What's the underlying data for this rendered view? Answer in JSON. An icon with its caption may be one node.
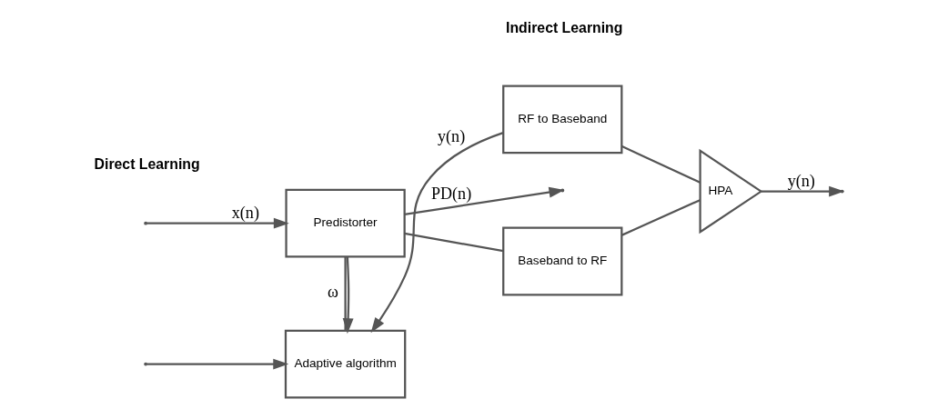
{
  "diagram": {
    "nodes": [
      {
        "text": [
          "Predistorter"
        ]
      },
      {
        "text": [
          "Baseband to RF"
        ]
      },
      {
        "text": [
          "HPA"
        ]
      },
      {
        "text": [
          "Adaptive algorithm"
        ]
      },
      {
        "text": [
          "RF to Baseband"
        ]
      }
    ],
    "edges": [
      {
        "from": 0,
        "to": null,
        "arrow": "to",
        "label": "PD(n)"
      },
      {
        "from": null,
        "to": 3,
        "arrow": "to"
      },
      {
        "from": null,
        "to": 0,
        "arrow": "to",
        "label": "x(n)"
      },
      {
        "from": 0,
        "to": 1,
        "arrow": "none"
      },
      {
        "from": 0,
        "to": 3,
        "arrow": "to"
      },
      {
        "from": 1,
        "to": 2,
        "arrow": "none"
      },
      {
        "from": 2,
        "to": null,
        "arrow": "to",
        "label": "y(n)"
      },
      {
        "from": 2,
        "to": 4,
        "arrow": "none"
      },
      {
        "from": 4,
        "to": 3,
        "arrow": "to",
        "label": "y(n)"
      },
      {
        "from": 3,
        "to": 0,
        "arrow": "none",
        "label": "ω"
      }
    ],
    "labels": [
      "Direct Learning",
      "Indirect Learning"
    ]
  }
}
